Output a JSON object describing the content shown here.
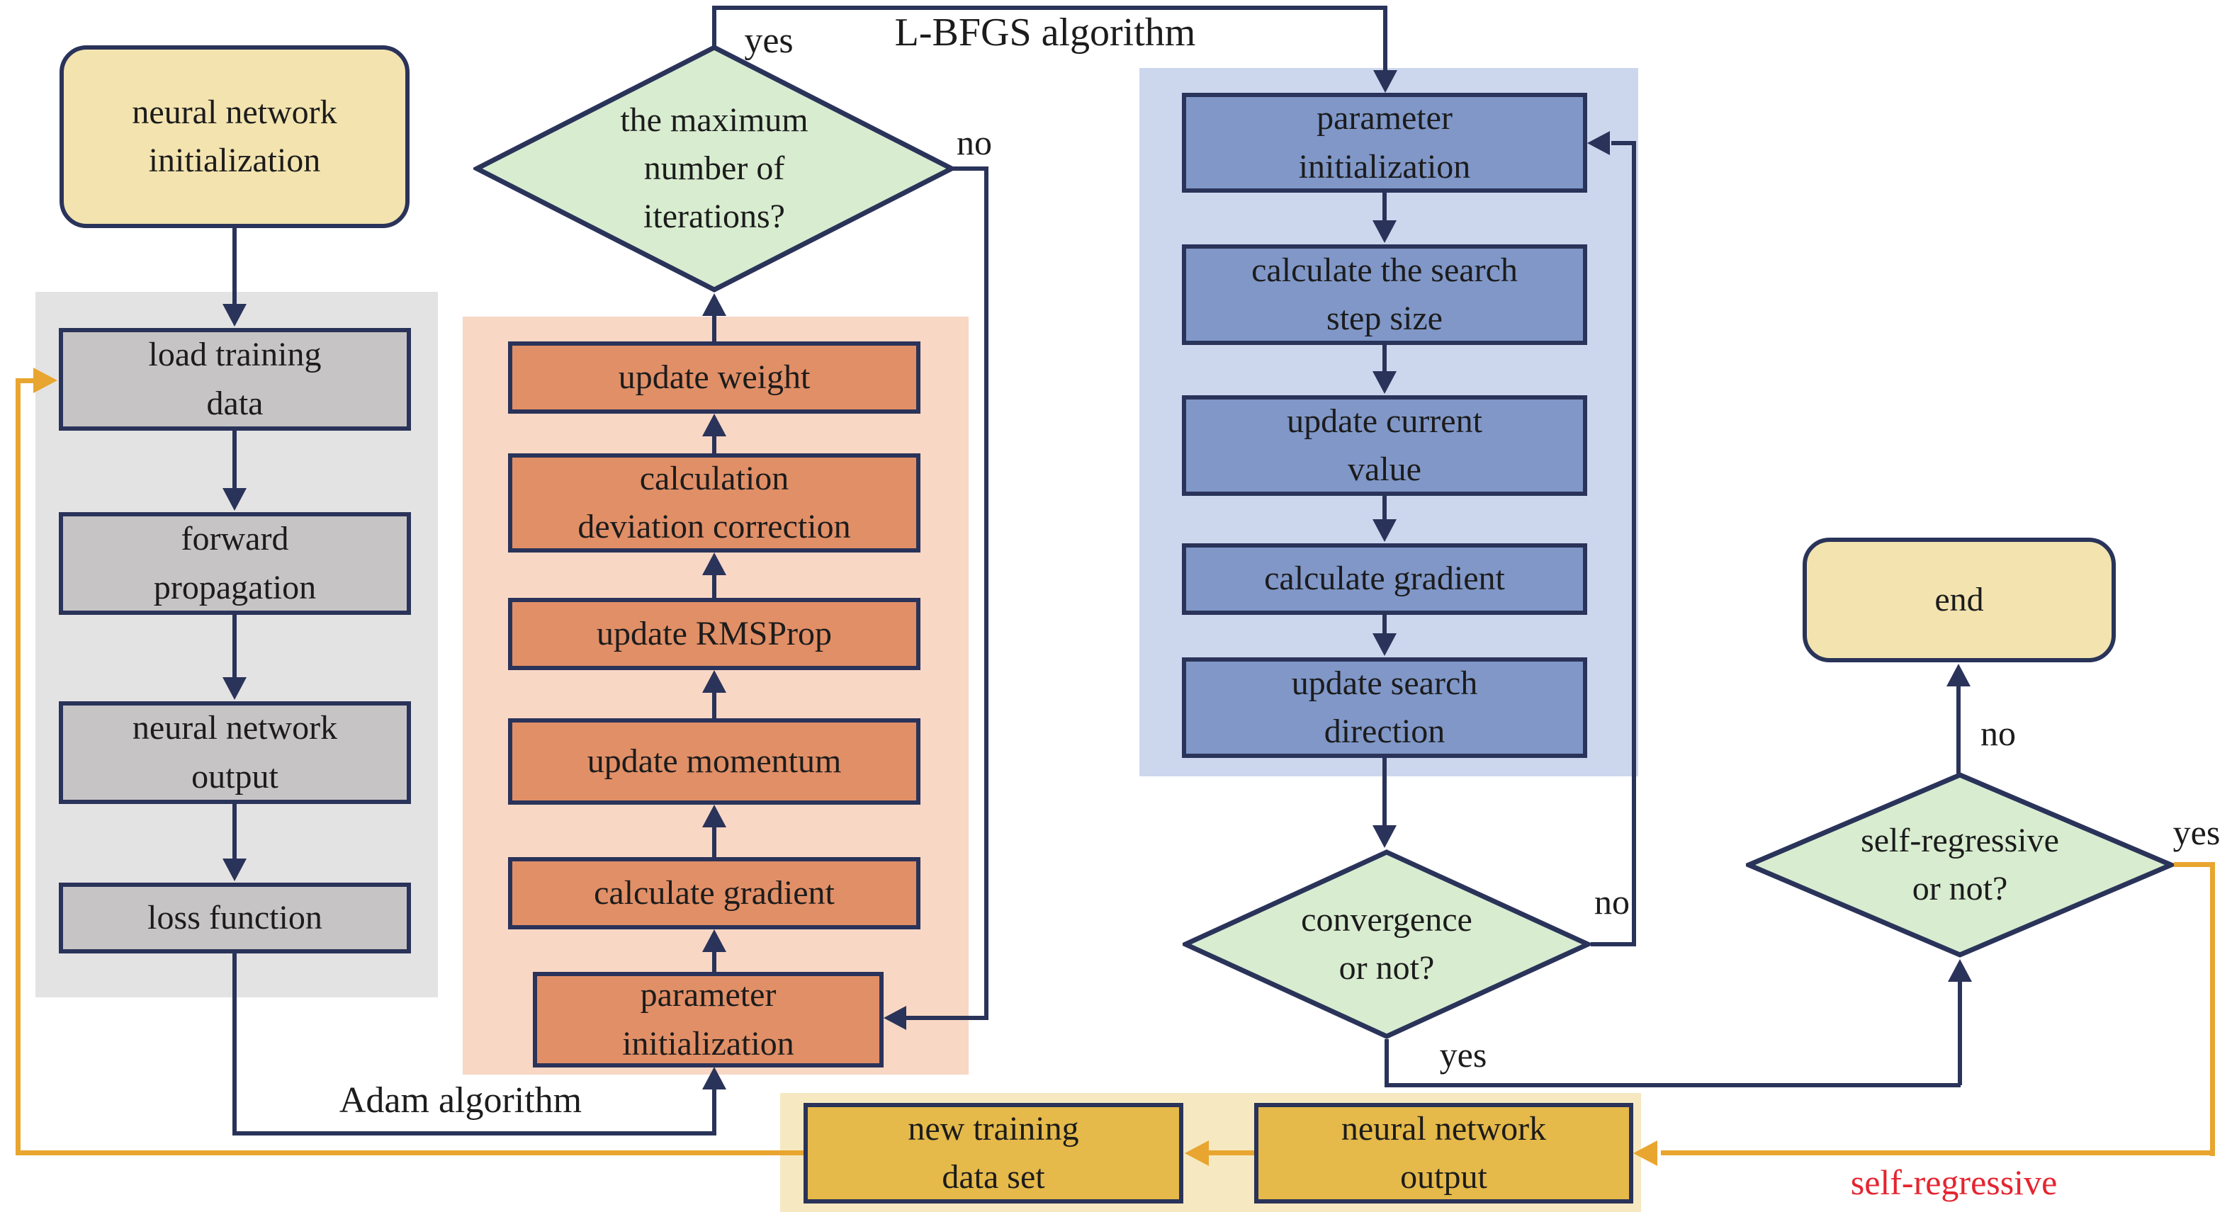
{
  "colors": {
    "connector_navy": "#2a3359",
    "connector_orange": "#e8a52f",
    "red_label": "#e52430",
    "terminal_fill": "#f3e3af",
    "gray_panel": "#e4e3e3",
    "gray_box": "#c6c4c5",
    "adam_panel": "#f8d7c5",
    "adam_box": "#e18f67",
    "decision_fill": "#d8ecd0",
    "lbfgs_panel": "#ccd7ee",
    "lbfgs_box": "#8097c8",
    "bottom_panel": "#f6e9c1",
    "bottom_box": "#e5b94a"
  },
  "nodes": {
    "start": "neural network\ninitialization",
    "load_training_data": "load training\ndata",
    "forward_propagation": "forward\npropagation",
    "nn_output": "neural network\noutput",
    "loss_function": "loss function",
    "max_iterations_decision": "the maximum\nnumber of\niterations?",
    "update_weight": "update weight",
    "deviation_correction": "calculation\ndeviation correction",
    "update_rmsprop": "update RMSProp",
    "update_momentum": "update momentum",
    "adam_calculate_gradient": "calculate gradient",
    "adam_parameter_initialization": "parameter\ninitialization",
    "lbfgs_parameter_initialization": "parameter\ninitialization",
    "search_step_size": "calculate the search\nstep size",
    "update_current_value": "update current\nvalue",
    "lbfgs_calculate_gradient": "calculate gradient",
    "update_search_direction": "update search\ndirection",
    "convergence_decision": "convergence\nor not?",
    "end": "end",
    "self_regressive_decision": "self-regressive\nor not?",
    "new_training_data_set": "new training\ndata set",
    "nn_output_bottom": "neural network\noutput"
  },
  "edge_labels": {
    "max_iterations_yes": "yes",
    "max_iterations_no": "no",
    "lbfgs_algorithm": "L-BFGS algorithm",
    "adam_algorithm": "Adam algorithm",
    "convergence_no": "no",
    "convergence_yes": "yes",
    "self_regressive_no": "no",
    "self_regressive_yes": "yes",
    "self_regressive_note": "self-regressive"
  }
}
